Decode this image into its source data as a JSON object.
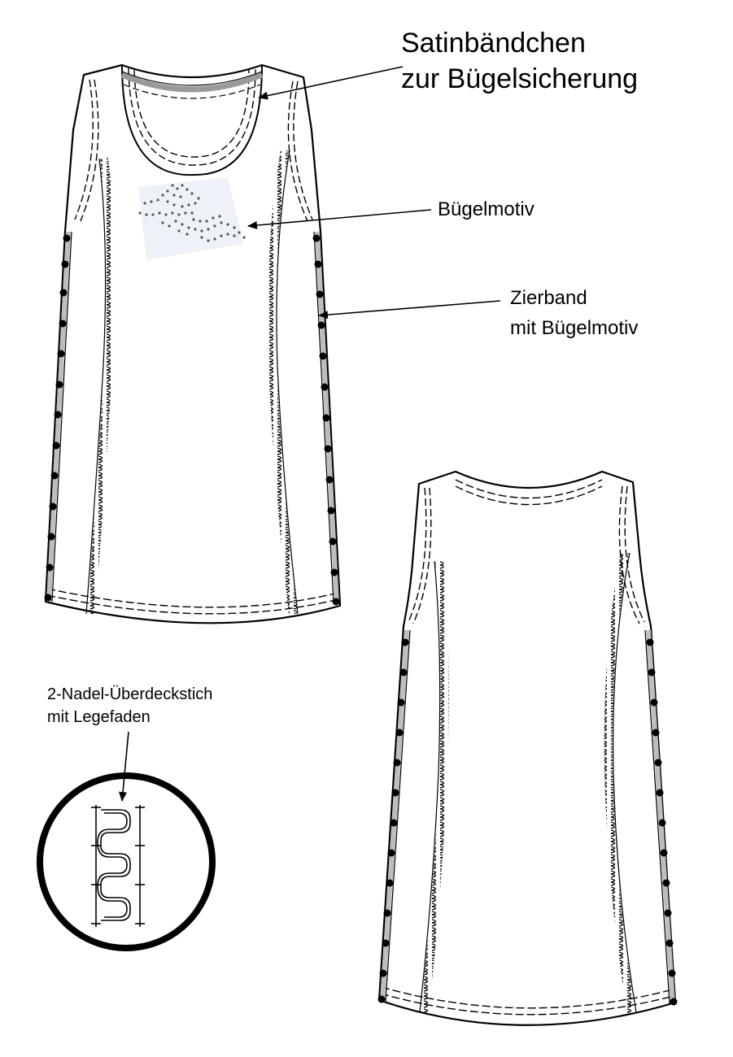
{
  "labels": {
    "satin_line1": "Satinbändchen",
    "satin_line2": "zur Bügelsicherung",
    "motif": "Bügelmotiv",
    "zierband_line1": "Zierband",
    "zierband_line2": "mit Bügelmotiv",
    "stitch_line1": "2-Nadel-Überdeckstich",
    "stitch_line2": "mit Legefaden"
  },
  "colors": {
    "line": "#000000",
    "trim": "#bdbdbd",
    "motif_bg": "#eef2f8",
    "rhinestone": "#555555"
  }
}
